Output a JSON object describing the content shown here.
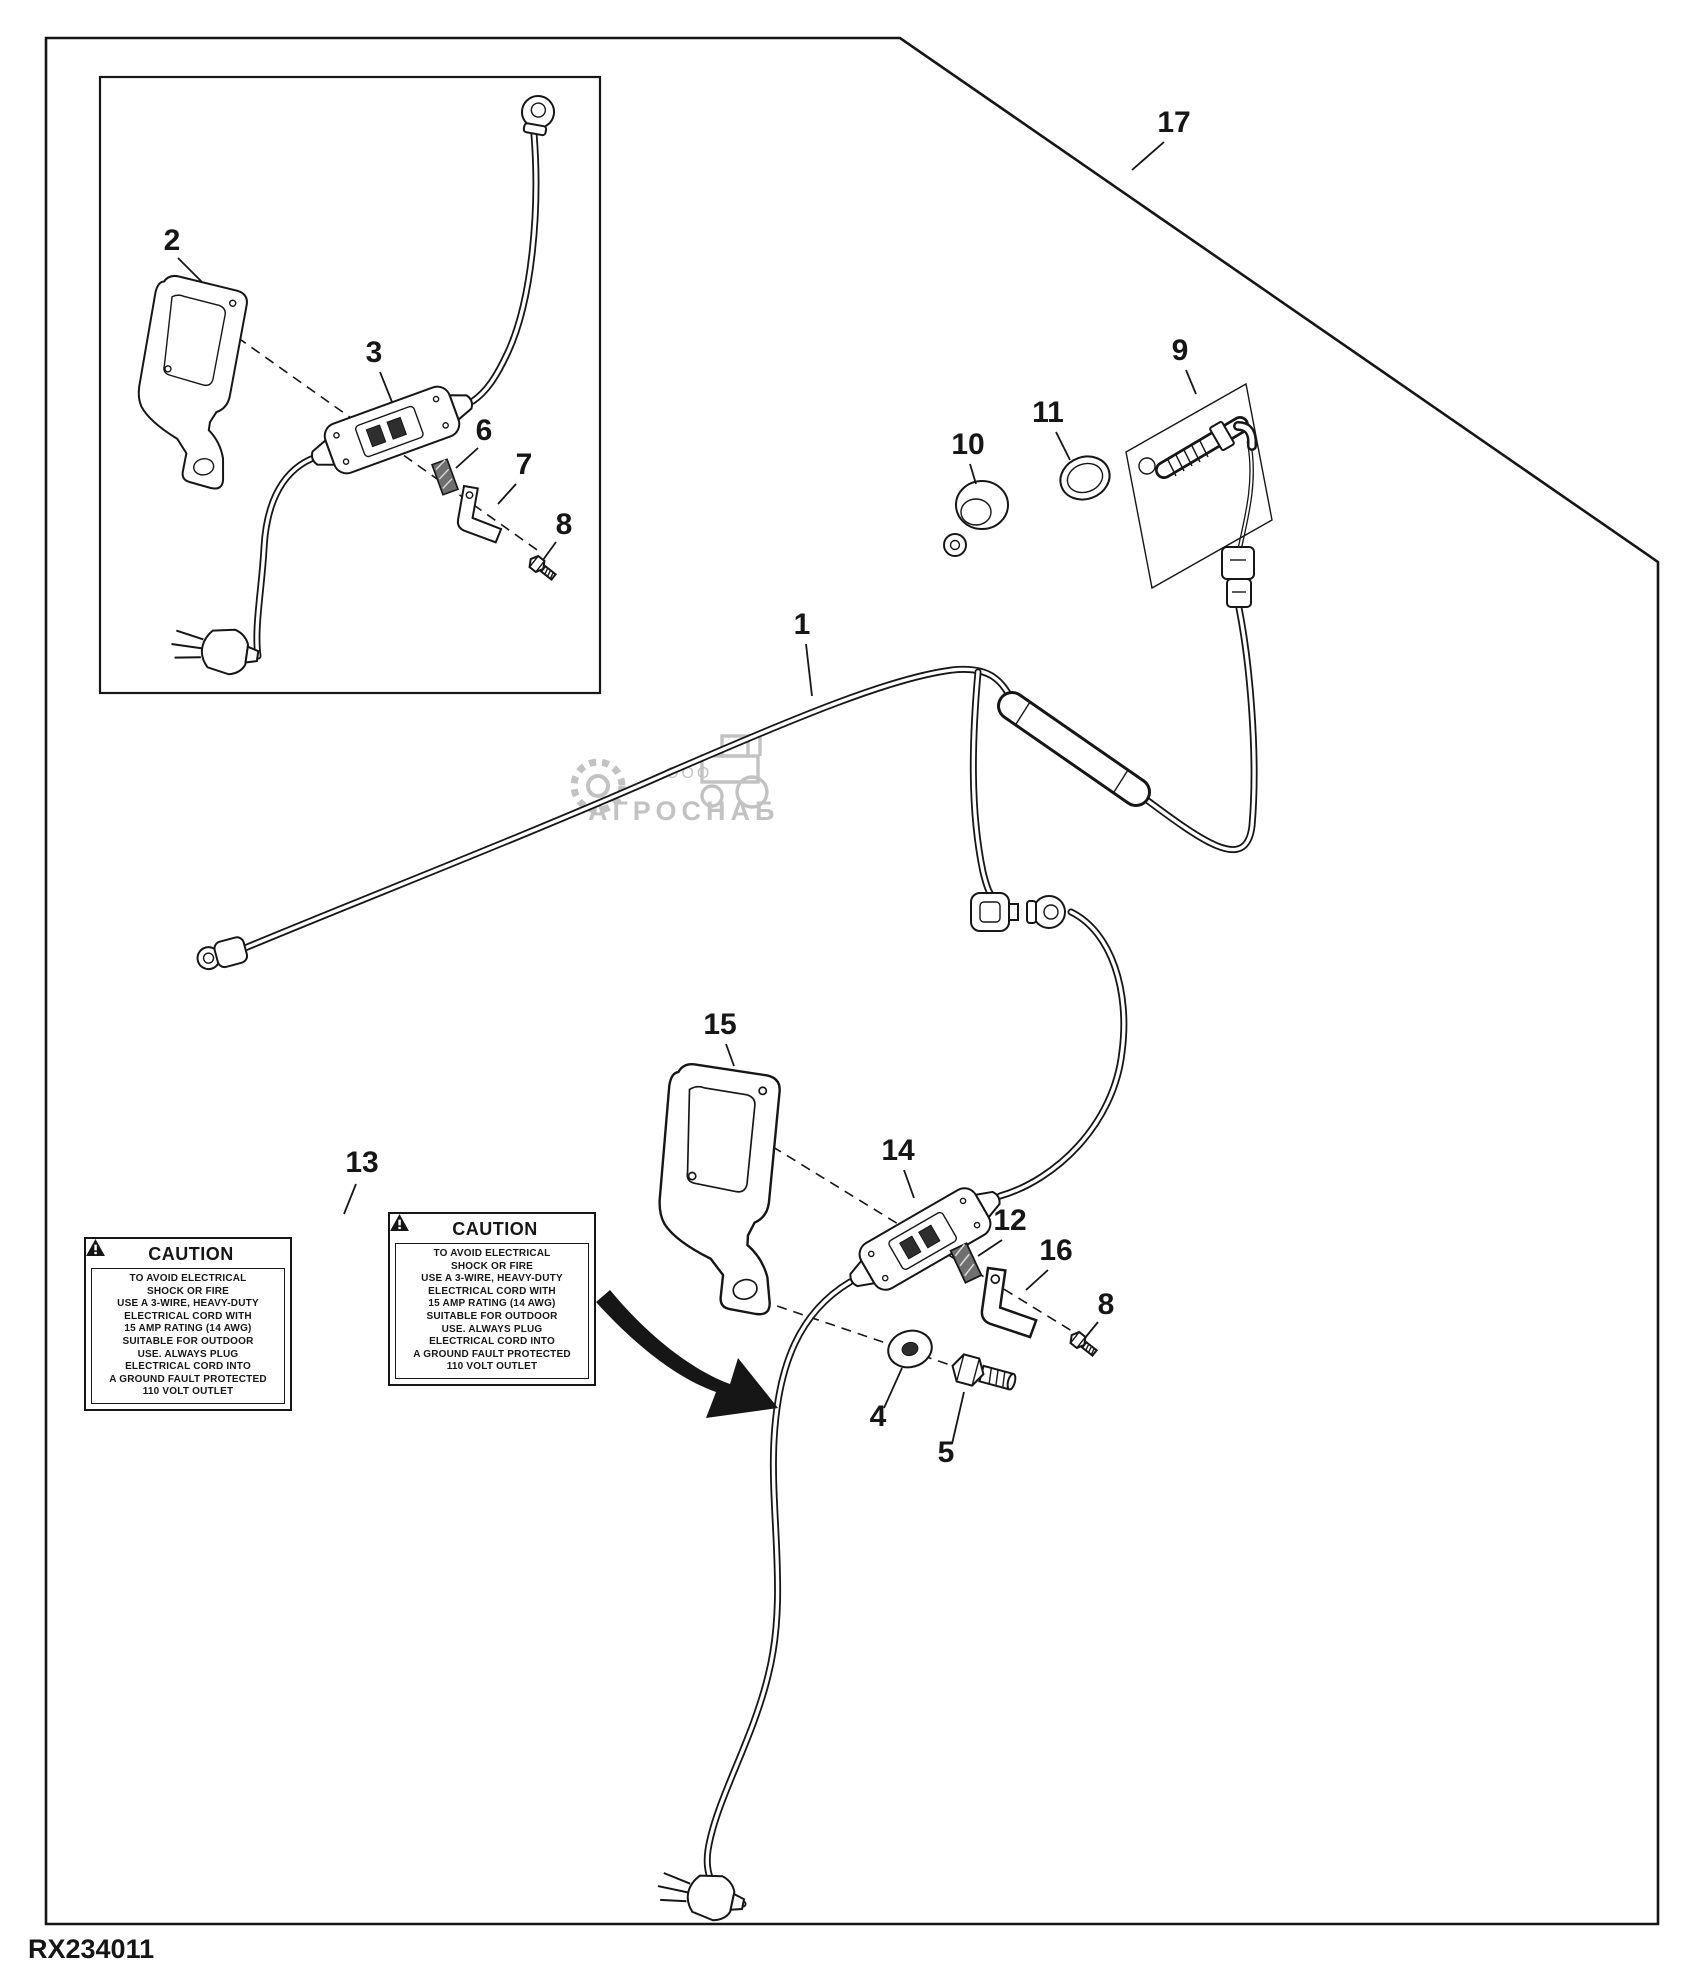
{
  "page": {
    "doc_code": "RX234011"
  },
  "watermark": {
    "line1": "ООО",
    "line2": "АГРОСНАБ"
  },
  "callouts": {
    "c1": "1",
    "c2": "2",
    "c3": "3",
    "c4": "4",
    "c5": "5",
    "c6": "6",
    "c7": "7",
    "c8a": "8",
    "c8b": "8",
    "c9": "9",
    "c10": "10",
    "c11": "11",
    "c12": "12",
    "c13": "13",
    "c14": "14",
    "c15": "15",
    "c16": "16",
    "c17": "17"
  },
  "caution_label": {
    "icon": "warning-triangle",
    "title": "CAUTION",
    "lines": [
      "TO AVOID ELECTRICAL",
      "SHOCK OR FIRE",
      "USE A 3-WIRE, HEAVY-DUTY",
      "ELECTRICAL CORD WITH",
      "15 AMP RATING (14 AWG)",
      "SUITABLE FOR OUTDOOR",
      "USE. ALWAYS PLUG",
      "ELECTRICAL CORD INTO",
      "A GROUND FAULT PROTECTED",
      "110 VOLT OUTLET"
    ]
  },
  "colors": {
    "line": "#161616",
    "watermark": "#b3b3b3"
  }
}
